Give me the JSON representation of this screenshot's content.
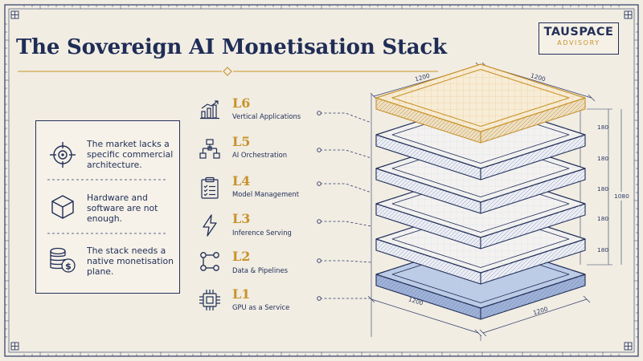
{
  "title": "The Sovereign AI Monetisation Stack",
  "brand": {
    "name": "TAUSPACE",
    "tagline": "ADVISORY"
  },
  "problems": [
    {
      "icon": "target-icon",
      "text": "The market lacks a specific commercial architecture."
    },
    {
      "icon": "cube-icon",
      "text": "Hardware and software are not enough."
    },
    {
      "icon": "coin-stack-icon",
      "text": "The stack needs a native monetisation plane."
    }
  ],
  "layers": [
    {
      "code": "L6",
      "name": "Vertical Applications",
      "icon": "bar-chart-icon"
    },
    {
      "code": "L5",
      "name": "AI Orchestration",
      "icon": "flowchart-icon"
    },
    {
      "code": "L4",
      "name": "Model Management",
      "icon": "clipboard-icon"
    },
    {
      "code": "L3",
      "name": "Inference Serving",
      "icon": "lightning-icon"
    },
    {
      "code": "L2",
      "name": "Data & Pipelines",
      "icon": "data-nodes-icon"
    },
    {
      "code": "L1",
      "name": "GPU as a Service",
      "icon": "chip-icon"
    }
  ],
  "dimensions": {
    "top_left": "1200",
    "top_right": "1200",
    "bottom_left": "1200",
    "bottom_right": "1200",
    "layer_heights": [
      "180",
      "180",
      "180",
      "180",
      "180"
    ],
    "total_height": "1080"
  },
  "colors": {
    "navy": "#1f2d56",
    "gold": "#c9932a",
    "background": "#f1ede3",
    "bottom_layer_fill": "#bccbe6"
  }
}
